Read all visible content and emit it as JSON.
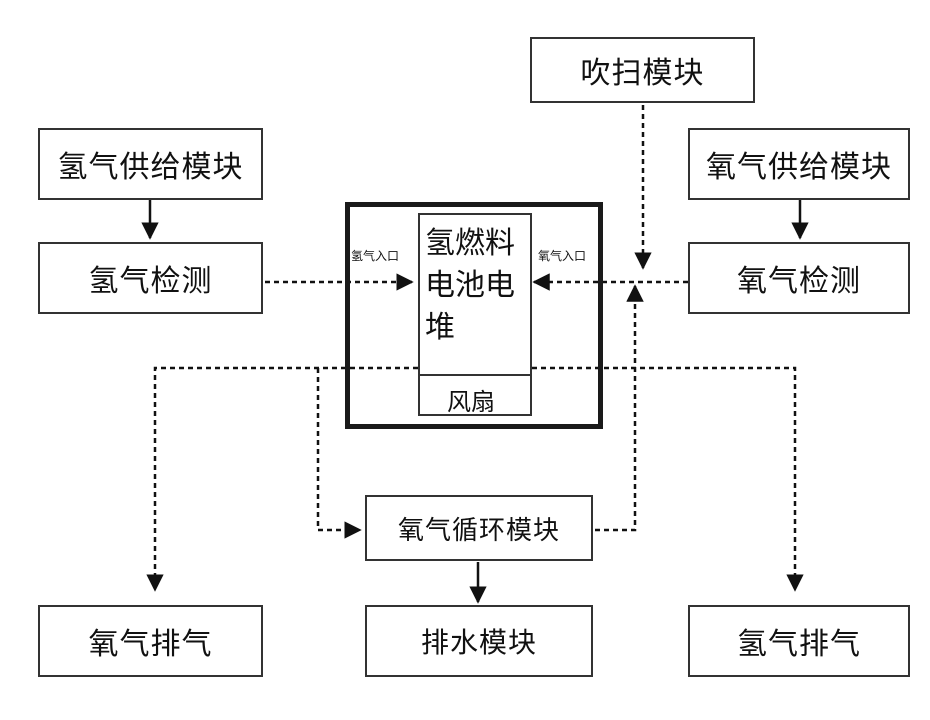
{
  "diagram": {
    "purge_module": "吹扫模块",
    "h2_supply": "氢气供给模块",
    "o2_supply": "氧气供给模块",
    "h2_detect": "氢气检测",
    "o2_detect": "氧气检测",
    "stack": {
      "line1": "氢燃料",
      "line2": "电池电",
      "line3": "堆",
      "fan": "风扇",
      "h2_inlet": "氢气入口",
      "o2_inlet": "氧气入口"
    },
    "o2_circulation": "氧气循环模块",
    "o2_exhaust": "氧气排气",
    "drain_module": "排水模块",
    "h2_exhaust": "氢气排气"
  }
}
